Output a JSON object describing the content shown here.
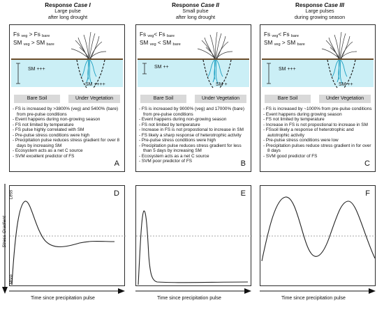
{
  "panels": [
    {
      "title_prefix": "Response ",
      "title_case": "Case I",
      "subtitle1": "Large pulse",
      "subtitle2": "after long drought",
      "fs_left": "Fs ",
      "fs_left_sub": "veg",
      "fs_op": " > Fs ",
      "fs_right_sub": "bare",
      "sm_left": "SM ",
      "sm_left_sub": "veg",
      "sm_op": " > SM ",
      "sm_right_sub": "bare",
      "sm_bare": "SM +++",
      "sm_veg": "SM ++++",
      "bare_label": "Bare Soil",
      "veg_label": "Under Vegetation",
      "bullets": [
        "- FS is increased by >3800% (veg) and 5400% (bare) from pre-pulse conditions",
        "- Event happens during non-growing season",
        "- FS not limited by temperature",
        "- FS pulse highly correlated with SM",
        "- Pre-pulse stress conditions were high",
        "- Precipitation pulse  reduces stress gradient for over 8 days by increasing SM",
        "- Ecosystem acts as a net C source",
        "- SVM excellent predictor of FS"
      ],
      "letter": "A",
      "graph_letter": "D"
    },
    {
      "title_prefix": "Response ",
      "title_case": "Case II",
      "subtitle1": "Small pulse",
      "subtitle2": "after long drought",
      "fs_left": "Fs ",
      "fs_left_sub": "veg",
      "fs_op": "< Fs ",
      "fs_right_sub": "bare",
      "sm_left": "SM ",
      "sm_left_sub": "veg",
      "sm_op": " < SM ",
      "sm_right_sub": "bare",
      "sm_bare": "SM ++",
      "sm_veg": "SM +",
      "bare_label": "Bare Soil",
      "veg_label": "Under Vegetation",
      "bullets": [
        "- FS is increased by 9000% (veg) and 17000% (bare) from pre-pulse conditions",
        "- Event happens during non-growing season",
        "- FS not limited by temperature",
        "- Increase in FS is not propostional to increase in SM",
        "- FS likely a sharp response of heterotrophic activity",
        "- Pre-pulse stress conditions were high",
        "- Precipitation pulse reduces stress gradient for less than 5 days by increasing SM",
        "- Ecosystem acts as a net C source",
        "- SVM poor predictor of FS"
      ],
      "letter": "B",
      "graph_letter": "E"
    },
    {
      "title_prefix": "Response ",
      "title_case": "Case III",
      "subtitle1": "Large pulses",
      "subtitle2": "during growing season",
      "fs_left": "Fs ",
      "fs_left_sub": "veg",
      "fs_op": "< Fs ",
      "fs_right_sub": "bare",
      "sm_left": "SM ",
      "sm_left_sub": "veg",
      "sm_op": " > SM ",
      "sm_right_sub": "bare",
      "sm_bare": "SM +++",
      "sm_veg": "SM ++",
      "bare_label": "Bare Soil",
      "veg_label": "Under Vegetation",
      "bullets": [
        "- FS is increased by ~1000% from pre-pulse conditions",
        "- Event happens during growing season",
        "- FS not limited by temperature",
        "- Increase in FS is not propostional to increase in SM",
        "- FSsoil likely a response of heterotrophic and autotrophic activity",
        "- Pre-pulse stress conditions were low",
        "- Precipitation pulses reduce stress gradient in for over 8 days",
        "- SVM good predictor of FS"
      ],
      "letter": "C",
      "graph_letter": "F"
    }
  ],
  "y_axis": {
    "label": "Stress Gradient",
    "top": "Less",
    "bottom": "More"
  },
  "x_axis_label": "Time since precipitation pulse"
}
